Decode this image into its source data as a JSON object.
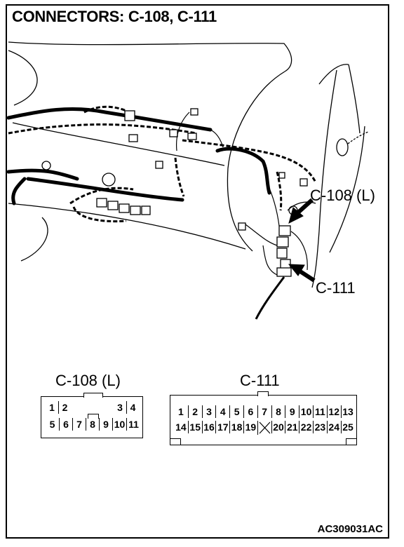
{
  "title": "CONNECTORS: C-108, C-111",
  "callouts": {
    "c108": "C-108 (L)",
    "c111": "C-111"
  },
  "connector_c108": {
    "label": "C-108 (L)",
    "row1": [
      "1",
      "2",
      "3",
      "4"
    ],
    "row2": [
      "5",
      "6",
      "7",
      "8",
      "9",
      "10",
      "11"
    ]
  },
  "connector_c111": {
    "label": "C-111",
    "row1": [
      "1",
      "2",
      "3",
      "4",
      "5",
      "6",
      "7",
      "8",
      "9",
      "10",
      "11",
      "12",
      "13"
    ],
    "row2": [
      "14",
      "15",
      "16",
      "17",
      "18",
      "19",
      "20",
      "21",
      "22",
      "23",
      "24",
      "25"
    ]
  },
  "figure_code": "AC309031AC"
}
